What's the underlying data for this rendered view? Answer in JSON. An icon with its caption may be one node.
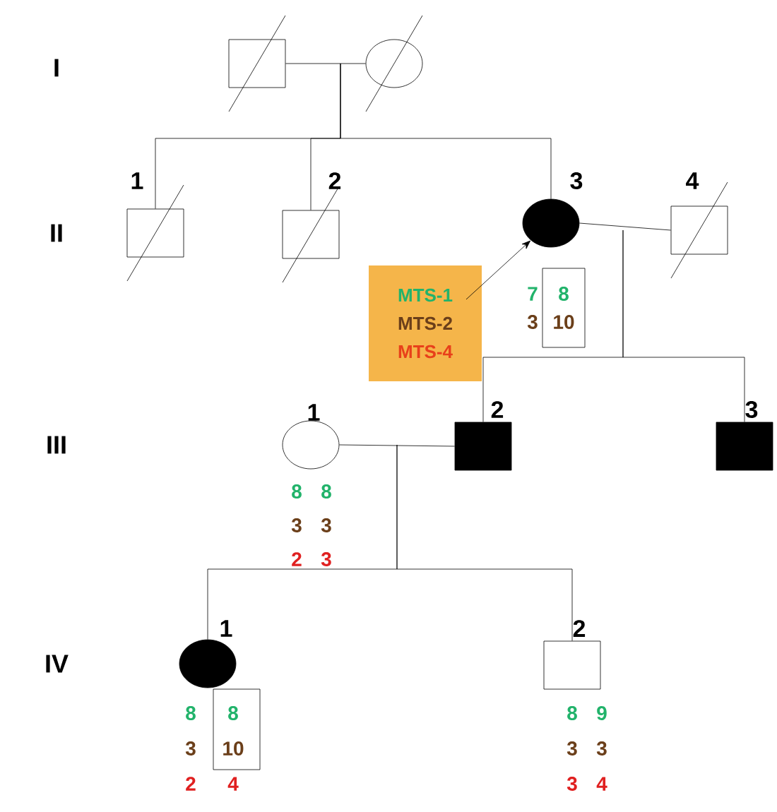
{
  "diagram": {
    "nodes": [
      {
        "text": [],
        "shape": "box"
      },
      {
        "text": [],
        "shape": "circle"
      },
      {
        "text": [
          "1"
        ]
      },
      {
        "text": [
          "2"
        ]
      },
      {
        "text": [
          "3"
        ],
        "beside": [
          "7",
          "8",
          "3",
          "10"
        ]
      },
      {
        "text": [
          "4"
        ]
      },
      {
        "text": [
          "MTS-1",
          "MTS-2",
          "MTS-4"
        ]
      },
      {
        "text": [
          "1"
        ],
        "beside": [
          "8",
          "8",
          "3",
          "3",
          "2",
          "3"
        ]
      },
      {
        "text": [
          "2"
        ]
      },
      {
        "text": [
          "3"
        ]
      },
      {
        "text": [
          "1"
        ],
        "beside": [
          "8",
          "8",
          "3",
          "10",
          "2",
          "4"
        ]
      },
      {
        "text": [
          "2"
        ],
        "beside": [
          "8",
          "9",
          "3",
          "3",
          "3",
          "4"
        ]
      }
    ],
    "edges": [
      {
        "from": 0,
        "to": 1,
        "arrow": "none"
      },
      {
        "from": null,
        "to": 2,
        "arrow": "none"
      },
      {
        "from": null,
        "to": 3,
        "arrow": "none"
      },
      {
        "from": null,
        "to": 4,
        "arrow": "none"
      },
      {
        "from": 4,
        "to": 5,
        "arrow": "none"
      },
      {
        "from": 6,
        "to": 4,
        "arrow": "to"
      },
      {
        "from": null,
        "to": 8,
        "arrow": "none"
      },
      {
        "from": null,
        "to": 9,
        "arrow": "none"
      },
      {
        "from": 7,
        "to": 8,
        "arrow": "none"
      },
      {
        "from": null,
        "to": 10,
        "arrow": "none"
      },
      {
        "from": null,
        "to": 11,
        "arrow": "none"
      }
    ],
    "labels": [
      "I",
      "II",
      "III",
      "IV"
    ]
  }
}
